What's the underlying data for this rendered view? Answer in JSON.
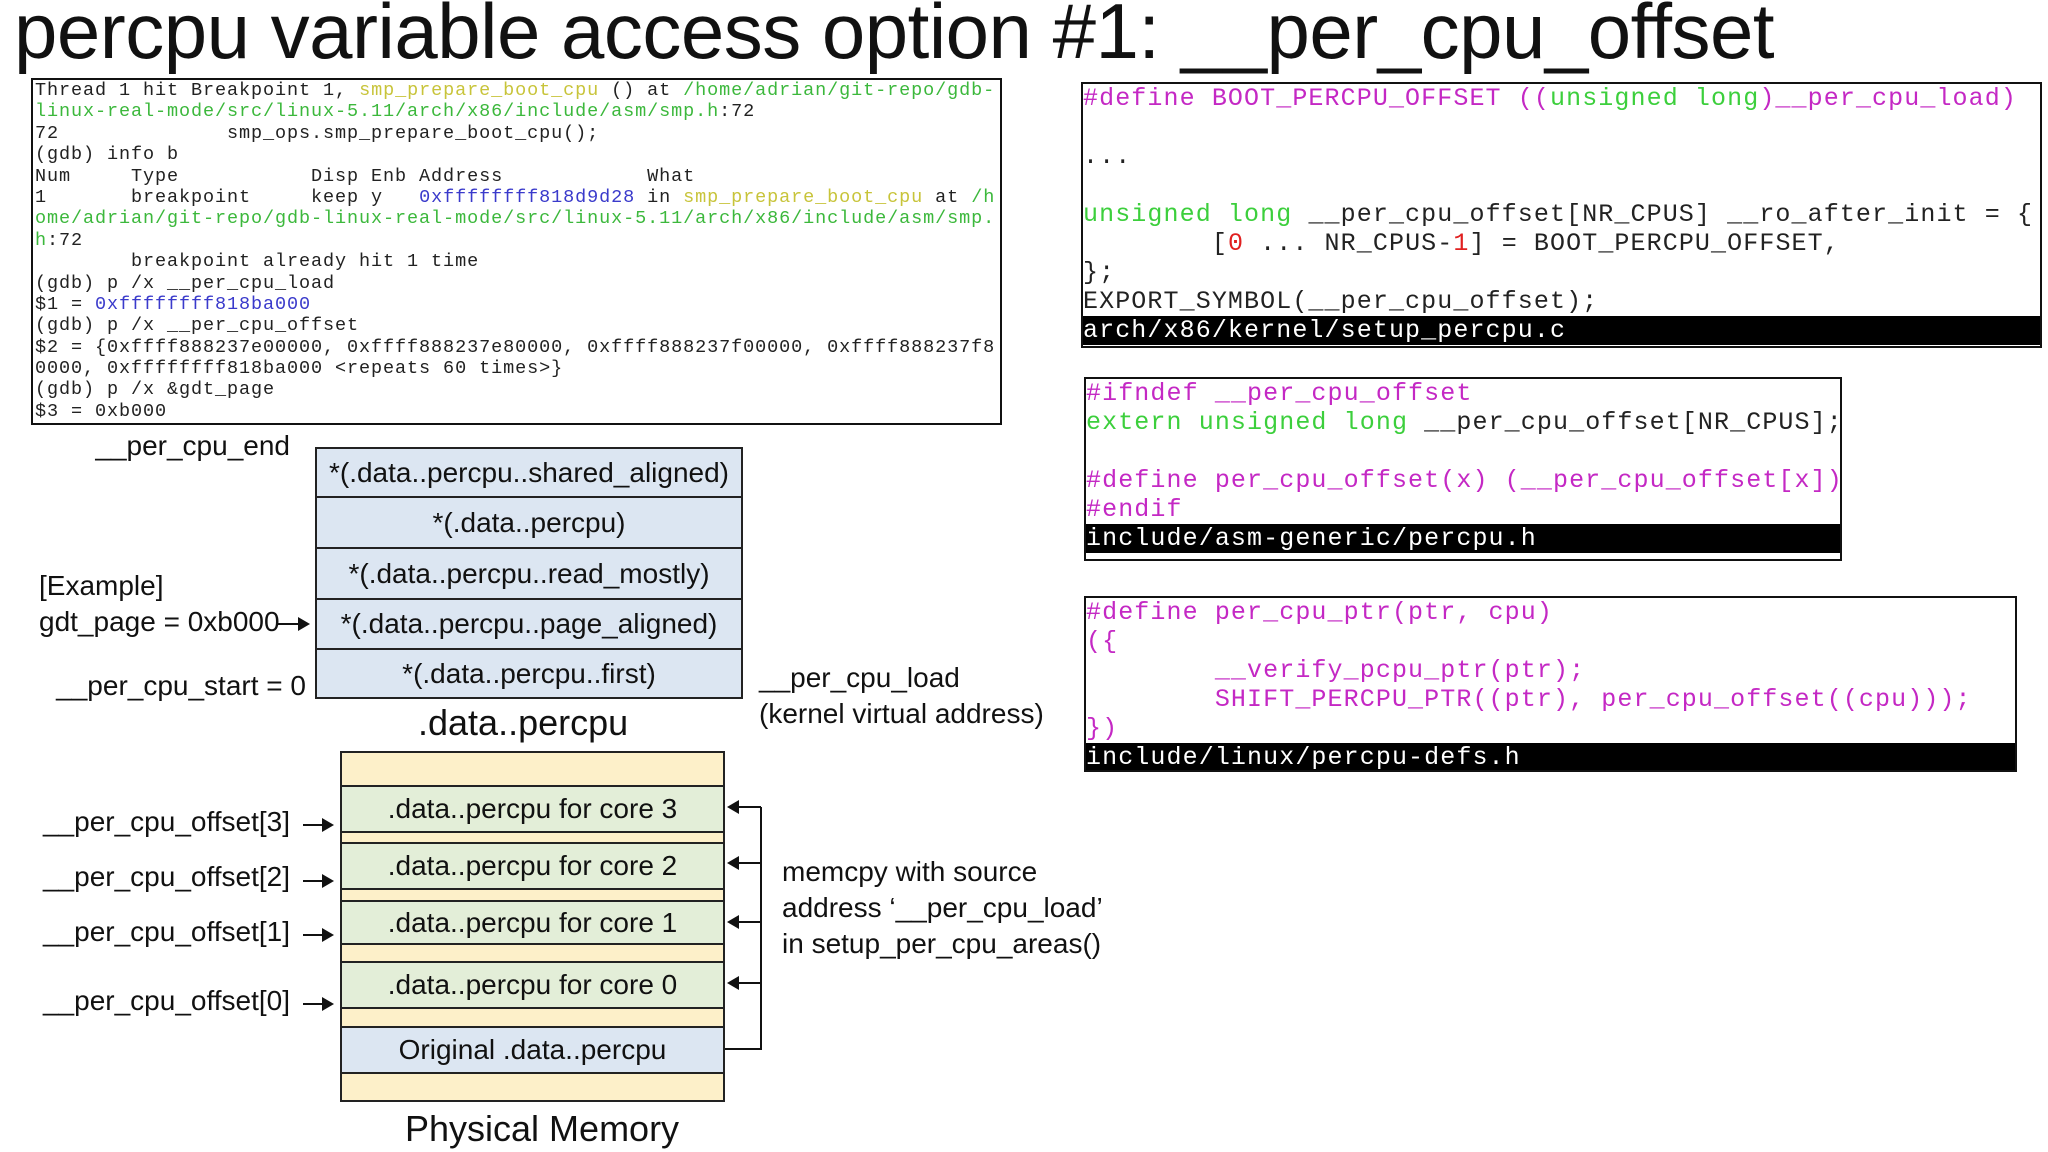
{
  "title": "percpu variable access option #1: __per_cpu_offset",
  "colors": {
    "text": "#222222",
    "yellow": "#c8c43a",
    "green": "#3cb83c",
    "blue": "#3a3acb",
    "magenta": "#c428c4",
    "srcgreen": "#3ccf3c",
    "red": "#e02020",
    "percpu_section": "#dce6f2",
    "memory_free": "#fdf0c9",
    "core_copy": "#e3eed8"
  },
  "gdb_output": [
    [
      [
        "Thread 1 hit Breakpoint 1, ",
        "text"
      ],
      [
        "smp_prepare_boot_cpu",
        "yellow"
      ],
      [
        " () at ",
        "text"
      ],
      [
        "/home/adrian/git-repo/gdb-",
        "green"
      ]
    ],
    [
      [
        "linux-real-mode/src/linux-5.11/arch/x86/include/asm/smp.h",
        "green"
      ],
      [
        ":72",
        "text"
      ]
    ],
    [
      [
        "72              smp_ops.smp_prepare_boot_cpu();",
        "text"
      ]
    ],
    [
      [
        "(gdb) info b",
        "text"
      ]
    ],
    [
      [
        "Num     Type           Disp Enb Address            What",
        "text"
      ]
    ],
    [
      [
        "1       breakpoint     keep y   ",
        "text"
      ],
      [
        "0xffffffff818d9d28",
        "blue"
      ],
      [
        " in ",
        "text"
      ],
      [
        "smp_prepare_boot_cpu",
        "yellow"
      ],
      [
        " at ",
        "text"
      ],
      [
        "/h",
        "green"
      ]
    ],
    [
      [
        "ome/adrian/git-repo/gdb-linux-real-mode/src/linux-5.11/arch/x86/include/asm/smp.",
        "green"
      ]
    ],
    [
      [
        "h",
        "green"
      ],
      [
        ":72",
        "text"
      ]
    ],
    [
      [
        "        breakpoint already hit 1 time",
        "text"
      ]
    ],
    [
      [
        "(gdb) p /x __per_cpu_load",
        "text"
      ]
    ],
    [
      [
        "$1 = ",
        "text"
      ],
      [
        "0xffffffff818ba000",
        "blue"
      ]
    ],
    [
      [
        "(gdb) p /x __per_cpu_offset",
        "text"
      ]
    ],
    [
      [
        "$2 = {0xffff888237e00000, 0xffff888237e80000, 0xffff888237f00000, 0xffff888237f8",
        "text"
      ]
    ],
    [
      [
        "0000, 0xffffffff818ba000 <repeats 60 times>}",
        "text"
      ]
    ],
    [
      [
        "(gdb) p /x &gdt_page",
        "text"
      ]
    ],
    [
      [
        "$3 = 0xb000",
        "text"
      ]
    ]
  ],
  "source_boxes": [
    {
      "lines": [
        [
          [
            "#define BOOT_PERCPU_OFFSET ((",
            "magenta"
          ],
          [
            "unsigned long",
            "srcgreen"
          ],
          [
            ")__per_cpu_load)",
            "magenta"
          ]
        ],
        [],
        [
          [
            "...",
            "text"
          ]
        ],
        [],
        [
          [
            "unsigned long",
            "srcgreen"
          ],
          [
            " __per_cpu_offset[NR_CPUS] __ro_after_init = {",
            "text"
          ]
        ],
        [
          [
            "        [",
            "text"
          ],
          [
            "0",
            "red"
          ],
          [
            " ... NR_CPUS-",
            "text"
          ],
          [
            "1",
            "red"
          ],
          [
            "] = BOOT_PERCPU_OFFSET,",
            "text"
          ]
        ],
        [
          [
            "};",
            "text"
          ]
        ],
        [
          [
            "EXPORT_SYMBOL(__per_cpu_offset);",
            "text"
          ]
        ]
      ],
      "file": "arch/x86/kernel/setup_percpu.c"
    },
    {
      "lines": [
        [
          [
            "#ifndef __per_cpu_offset",
            "magenta"
          ]
        ],
        [
          [
            "extern unsigned long",
            "srcgreen"
          ],
          [
            " __per_cpu_offset[NR_CPUS];",
            "text"
          ]
        ],
        [],
        [
          [
            "#define per_cpu_offset(x) (__per_cpu_offset[x])",
            "magenta"
          ]
        ],
        [
          [
            "#endif",
            "magenta"
          ]
        ]
      ],
      "file": "include/asm-generic/percpu.h"
    },
    {
      "lines": [
        [
          [
            "#define per_cpu_ptr(ptr, cpu)                                       \\",
            "magenta"
          ]
        ],
        [
          [
            "({                                                                 \\",
            "magenta"
          ]
        ],
        [
          [
            "        __verify_pcpu_ptr(ptr);                                    \\",
            "magenta"
          ]
        ],
        [
          [
            "        SHIFT_PERCPU_PTR((ptr), per_cpu_offset((cpu)));            \\",
            "magenta"
          ]
        ],
        [
          [
            "})",
            "magenta"
          ]
        ]
      ],
      "file": "include/linux/percpu-defs.h"
    }
  ],
  "percpu_section": {
    "end_label": "__per_cpu_end",
    "start_label": "__per_cpu_start = 0",
    "example_label": "[Example]",
    "gdt_label": "gdt_page = 0xb000",
    "rows": [
      "*(.data..percpu..shared_aligned)",
      "*(.data..percpu)",
      "*(.data..percpu..read_mostly)",
      "*(.data..percpu..page_aligned)",
      "*(.data..percpu..first)"
    ],
    "caption": ".data..percpu",
    "load_label": "__per_cpu_load",
    "load_sublabel": "(kernel virtual address)"
  },
  "physical_memory": {
    "caption": "Physical Memory",
    "cores": [
      ".data..percpu for core 3",
      ".data..percpu for core 2",
      ".data..percpu for core 1",
      ".data..percpu for core 0"
    ],
    "original": "Original .data..percpu",
    "offset_labels": [
      "__per_cpu_offset[3]",
      "__per_cpu_offset[2]",
      "__per_cpu_offset[1]",
      "__per_cpu_offset[0]"
    ],
    "memcpy_note": [
      "memcpy with source",
      "address ‘__per_cpu_load’",
      "in setup_per_cpu_areas()"
    ]
  }
}
